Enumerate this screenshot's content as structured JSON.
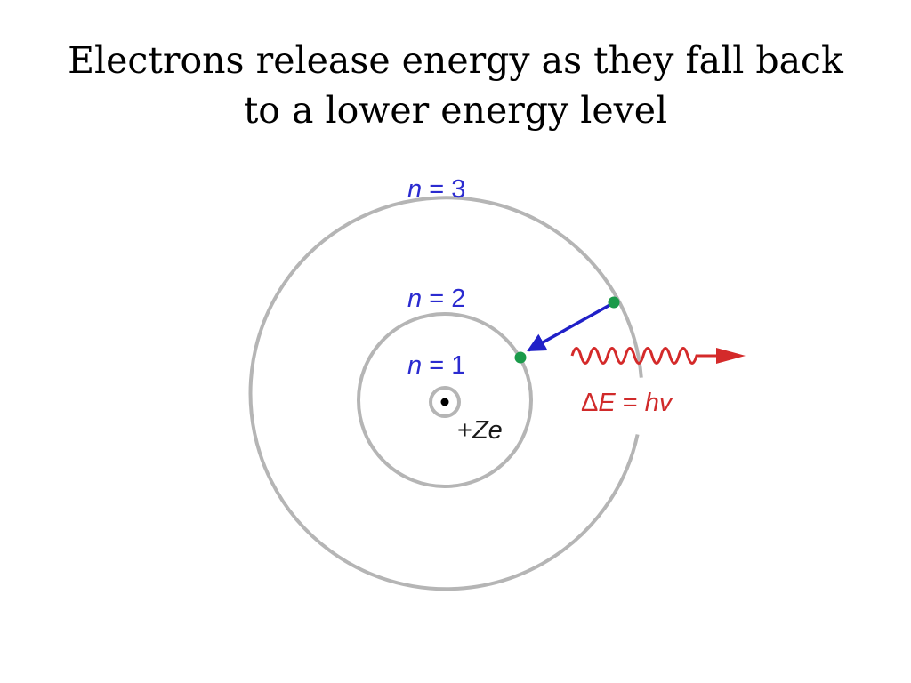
{
  "title": {
    "line1": "Electrons release energy as they fall back",
    "line2": "to a lower energy level"
  },
  "diagram": {
    "levels": [
      {
        "var": "n",
        "rest": " = 3"
      },
      {
        "var": "n",
        "rest": " = 2"
      },
      {
        "var": "n",
        "rest": " = 1"
      }
    ],
    "nucleus_charge": {
      "prefix": "+",
      "var": "Ze"
    },
    "photon_energy": {
      "delta": "Δ",
      "var1": "E",
      "middle": " = ",
      "var2": "hv"
    },
    "colors": {
      "orbit": "#b5b5b5",
      "electron": "#1a9a4a",
      "transition_arrow": "#2020c8",
      "photon": "#d42a2a",
      "level_label": "#2b2bd0"
    }
  }
}
